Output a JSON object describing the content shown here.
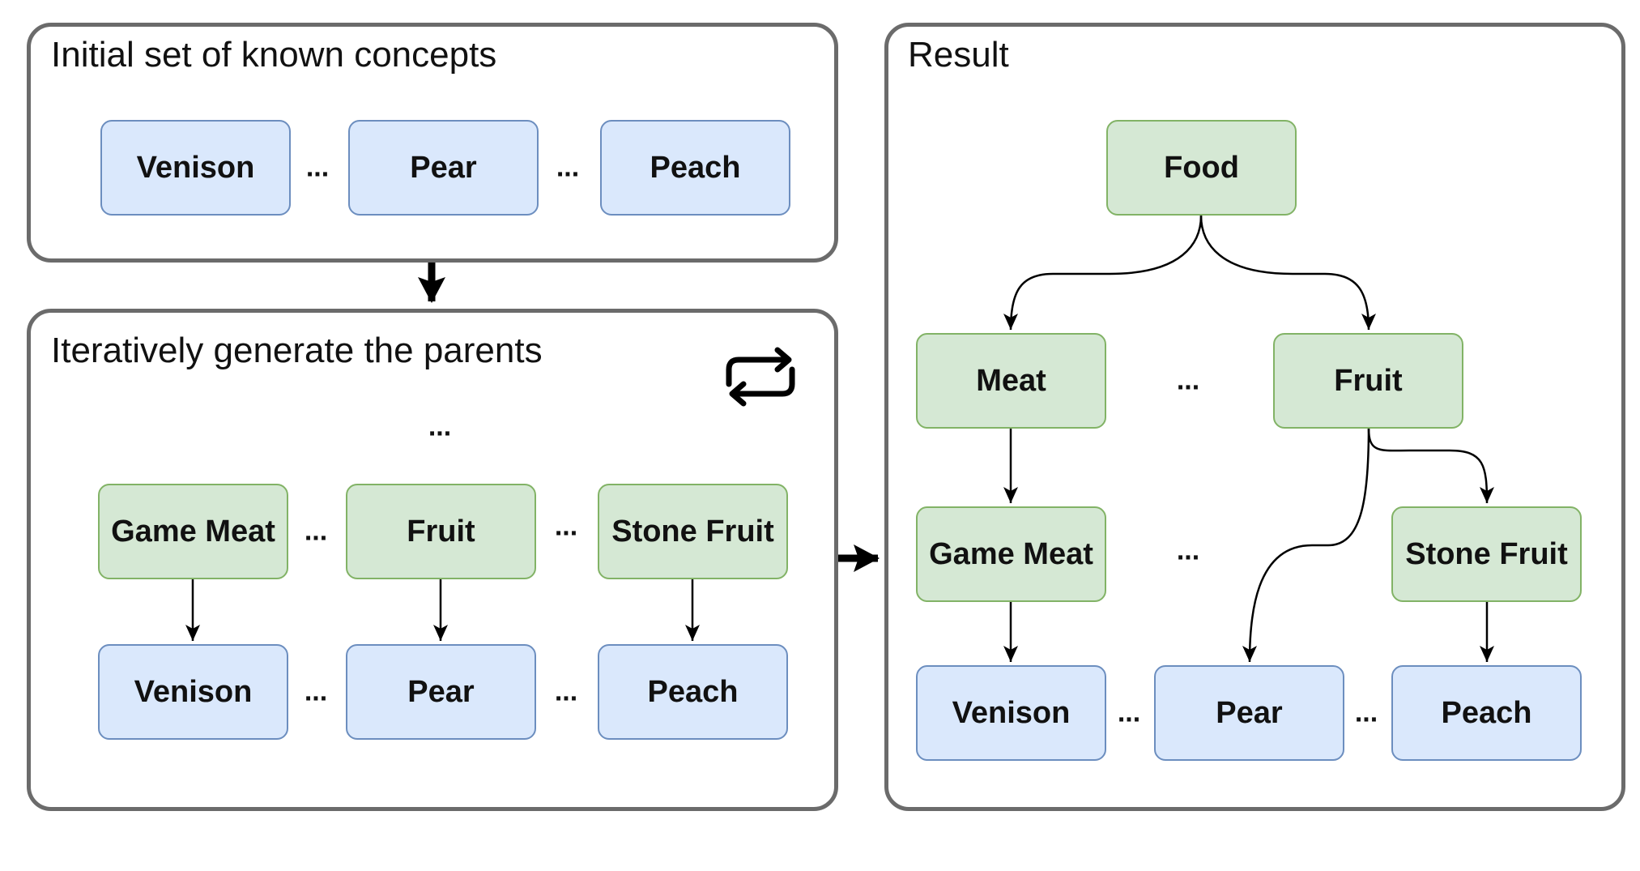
{
  "panels": {
    "initial": {
      "title": "Initial set of known concepts"
    },
    "iterate": {
      "title": "Iteratively generate the parents"
    },
    "result": {
      "title": "Result"
    }
  },
  "nodes": {
    "initial": [
      "Venison",
      "Pear",
      "Peach"
    ],
    "iter_parents": [
      "Game Meat",
      "Fruit",
      "Stone Fruit"
    ],
    "iter_children": [
      "Venison",
      "Pear",
      "Peach"
    ],
    "result_root": "Food",
    "result_level1": [
      "Meat",
      "Fruit"
    ],
    "result_level2": [
      "Game Meat",
      "Stone Fruit"
    ],
    "result_leaves": [
      "Venison",
      "Pear",
      "Peach"
    ]
  },
  "ellipsis": "...",
  "icons": {
    "iterate": "repeat-icon"
  },
  "colors": {
    "concept_fill": "#dae8fc",
    "concept_border": "#6c8ebf",
    "parent_fill": "#d5e8d4",
    "parent_border": "#82b366",
    "panel_border": "#6b6b6b"
  }
}
